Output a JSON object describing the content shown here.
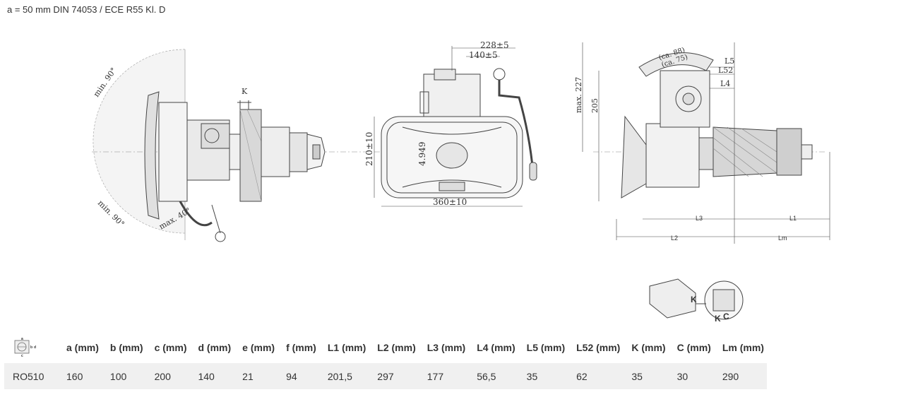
{
  "caption": "a = 50 mm DIN 74053 / ECE R55 Kl. D",
  "drawing_labels": {
    "side_view": {
      "min90_top": "min. 90°",
      "min90_bottom": "min. 90°",
      "max40": "max. 40°",
      "k": "K"
    },
    "front_view": {
      "d228": "228±5",
      "d140": "140±5",
      "d210": "210±10",
      "d4949": "4.949",
      "d360": "360±10"
    },
    "section_view": {
      "ca88": "(ca. 88)",
      "ca75": "(ca. 75)",
      "l5": "L5",
      "l52": "L52",
      "l4": "L4",
      "max227": "max. 227",
      "d205": "205",
      "l3": "L3",
      "l1": "L1",
      "l2": "L2",
      "lm": "Lm"
    },
    "detail_view": {
      "k1": "K",
      "k2": "K",
      "c": "C"
    }
  },
  "table": {
    "icon_letters": {
      "a": "a",
      "b": "b",
      "d": "d",
      "c": "c"
    },
    "headers": [
      "a (mm)",
      "b (mm)",
      "c (mm)",
      "d (mm)",
      "e (mm)",
      "f (mm)",
      "L1 (mm)",
      "L2 (mm)",
      "L3 (mm)",
      "L4 (mm)",
      "L5 (mm)",
      "L52 (mm)",
      "K (mm)",
      "C (mm)",
      "Lm (mm)"
    ],
    "rows": [
      [
        "RO510",
        "160",
        "100",
        "200",
        "140",
        "21",
        "94",
        "201,5",
        "297",
        "177",
        "56,5",
        "35",
        "62",
        "35",
        "30",
        "290"
      ]
    ]
  }
}
